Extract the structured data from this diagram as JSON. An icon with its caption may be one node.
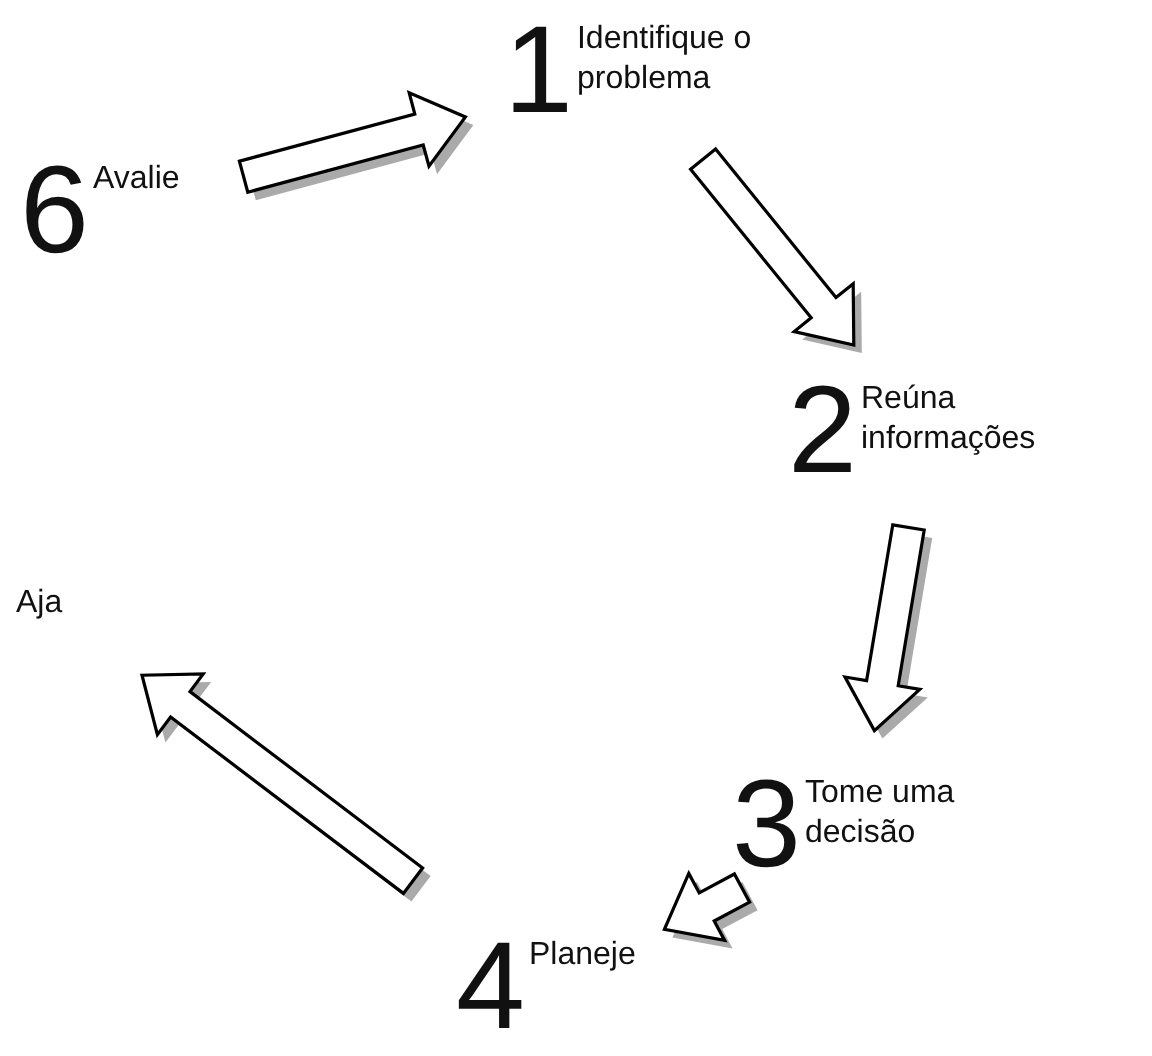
{
  "diagram": {
    "nodes": [
      {
        "text": [
          "1",
          "Identifique o problema"
        ]
      },
      {
        "text": [
          "2",
          "Reúna informações"
        ]
      },
      {
        "text": [
          "3",
          "Tome uma decisão"
        ]
      },
      {
        "text": [
          "4",
          "Planeje"
        ]
      },
      {
        "text": [
          "Aja"
        ]
      },
      {
        "text": [
          "6",
          "Avalie"
        ]
      }
    ],
    "edges": [
      {
        "from": 5,
        "to": 0,
        "arrow": "to"
      },
      {
        "from": 0,
        "to": 1,
        "arrow": "to"
      },
      {
        "from": 1,
        "to": 2,
        "arrow": "to"
      },
      {
        "from": 2,
        "to": 3,
        "arrow": "to"
      },
      {
        "from": 3,
        "to": 4,
        "arrow": "to"
      }
    ]
  }
}
